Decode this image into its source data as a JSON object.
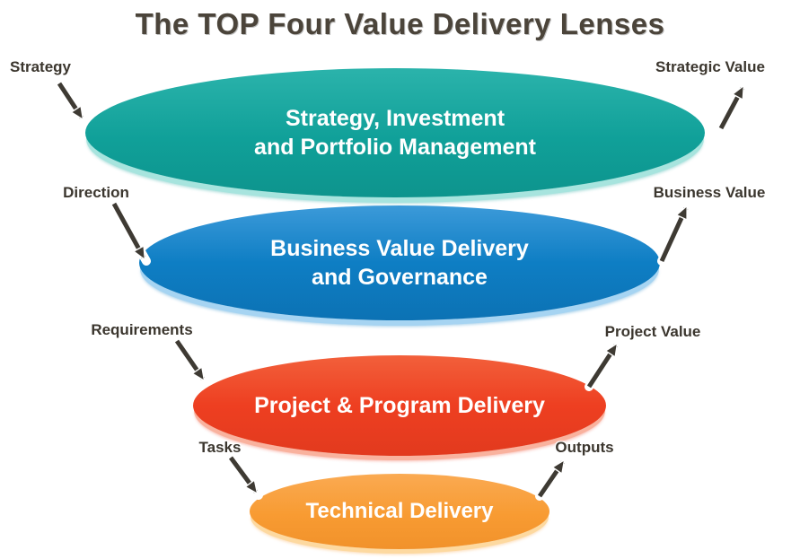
{
  "title": "The TOP Four Value Delivery Lenses",
  "lenses": [
    {
      "name": "strategy-investment-and-portfolio-management",
      "line1": "Strategy, Investment",
      "line2": "and Portfolio Management",
      "color": "#10A099",
      "rim_color": "#A7E4DE",
      "text_color": "#FFFFFF"
    },
    {
      "name": "business-value-delivery-and-governance",
      "line1": "Business Value Delivery",
      "line2": "and Governance",
      "color": "#0E7EC4",
      "rim_color": "#A6D4F2",
      "text_color": "#FFFFFF"
    },
    {
      "name": "project-and-program-delivery",
      "line1": "Project & Program Delivery",
      "line2": "",
      "color": "#EE3F21",
      "rim_color": "#F9B29E",
      "text_color": "#FFFFFF"
    },
    {
      "name": "technical-delivery",
      "line1": "Technical Delivery",
      "line2": "",
      "color": "#F89B32",
      "rim_color": "#FDD9A0",
      "text_color": "#FFFFFF"
    }
  ],
  "flow_labels": {
    "strategy": "Strategy",
    "strategic_value": "Strategic Value",
    "direction": "Direction",
    "business_value": "Business Value",
    "requirements": "Requirements",
    "project_value": "Project Value",
    "tasks": "Tasks",
    "outputs": "Outputs"
  },
  "colors": {
    "background": "#FFFFFF",
    "title_text": "#4B443A",
    "flow_label_text": "#3B362E",
    "arrow": "#3E3A33"
  }
}
